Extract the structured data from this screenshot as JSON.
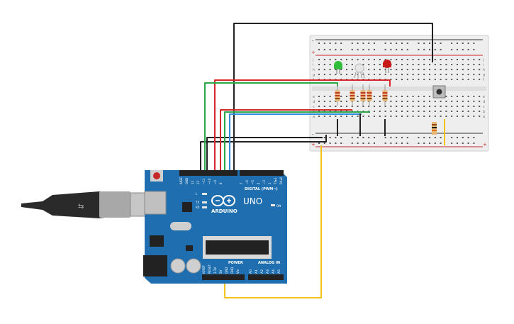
{
  "colors": {
    "board": "#1f6fb0",
    "board_dark": "#165a92",
    "breadboard": "#efefef",
    "red_wire": "#d62828",
    "green_wire": "#2aa84a",
    "blue_wire": "#2f8fd8",
    "black_wire": "#222222",
    "yellow_wire": "#f2c318",
    "led_green": "#2fbf3a",
    "led_red": "#c81818"
  },
  "icons": [
    "usb-cable-icon",
    "arduino-logo-icon",
    "reset-button-icon",
    "pushbutton-icon"
  ],
  "arduino": {
    "logo_text": "ARDUINO",
    "model": "UNO",
    "digital_label": "DIGITAL (PWM~)",
    "power_label": "POWER",
    "analog_label": "ANALOG IN",
    "on_label": "ON",
    "top_pins": [
      "AREF",
      "GND",
      "13",
      "12",
      "~11",
      "~10",
      "~9",
      "8",
      "7",
      "~6",
      "~5",
      "4",
      "~3",
      "2",
      "TX▸1",
      "RX◂0"
    ],
    "power_pins": [
      "IOREF",
      "RESET",
      "3.3V",
      "5V",
      "GND",
      "GND",
      "Vin"
    ],
    "analog_pins": [
      "A0",
      "A1",
      "A2",
      "A3",
      "A4",
      "A5"
    ],
    "leds": [
      "L",
      "TX",
      "RX"
    ]
  },
  "breadboard": {
    "row_letters_left": [
      "j",
      "i",
      "h",
      "g",
      "f",
      "e",
      "d",
      "c",
      "b",
      "a"
    ],
    "rail_plus": "+",
    "rail_minus": "-"
  }
}
